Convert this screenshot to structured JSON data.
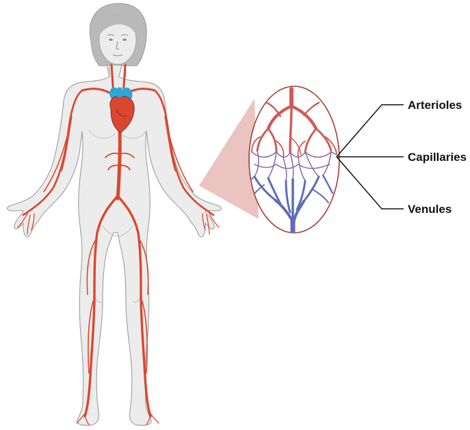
{
  "diagram": {
    "labels": {
      "arterioles": "Arterioles",
      "capillaries": "Capillaries",
      "venules": "Venules"
    },
    "colors": {
      "artery": "#d9472f",
      "artery_dark": "#b8321f",
      "vein": "#5b67b5",
      "vein_light": "#8e97d6",
      "heart": "#d9472f",
      "heart_vessel": "#2aa8d8",
      "skin": "#ececec",
      "skin_outline": "#9a9a9a",
      "hair": "#b7b7b7",
      "zoom_outline": "#a63a34",
      "zoom_cone": "#e5b3b0",
      "leader_line": "#111111"
    },
    "icons": [
      "human-body-icon",
      "heart-icon",
      "capillary-bed-icon"
    ]
  }
}
